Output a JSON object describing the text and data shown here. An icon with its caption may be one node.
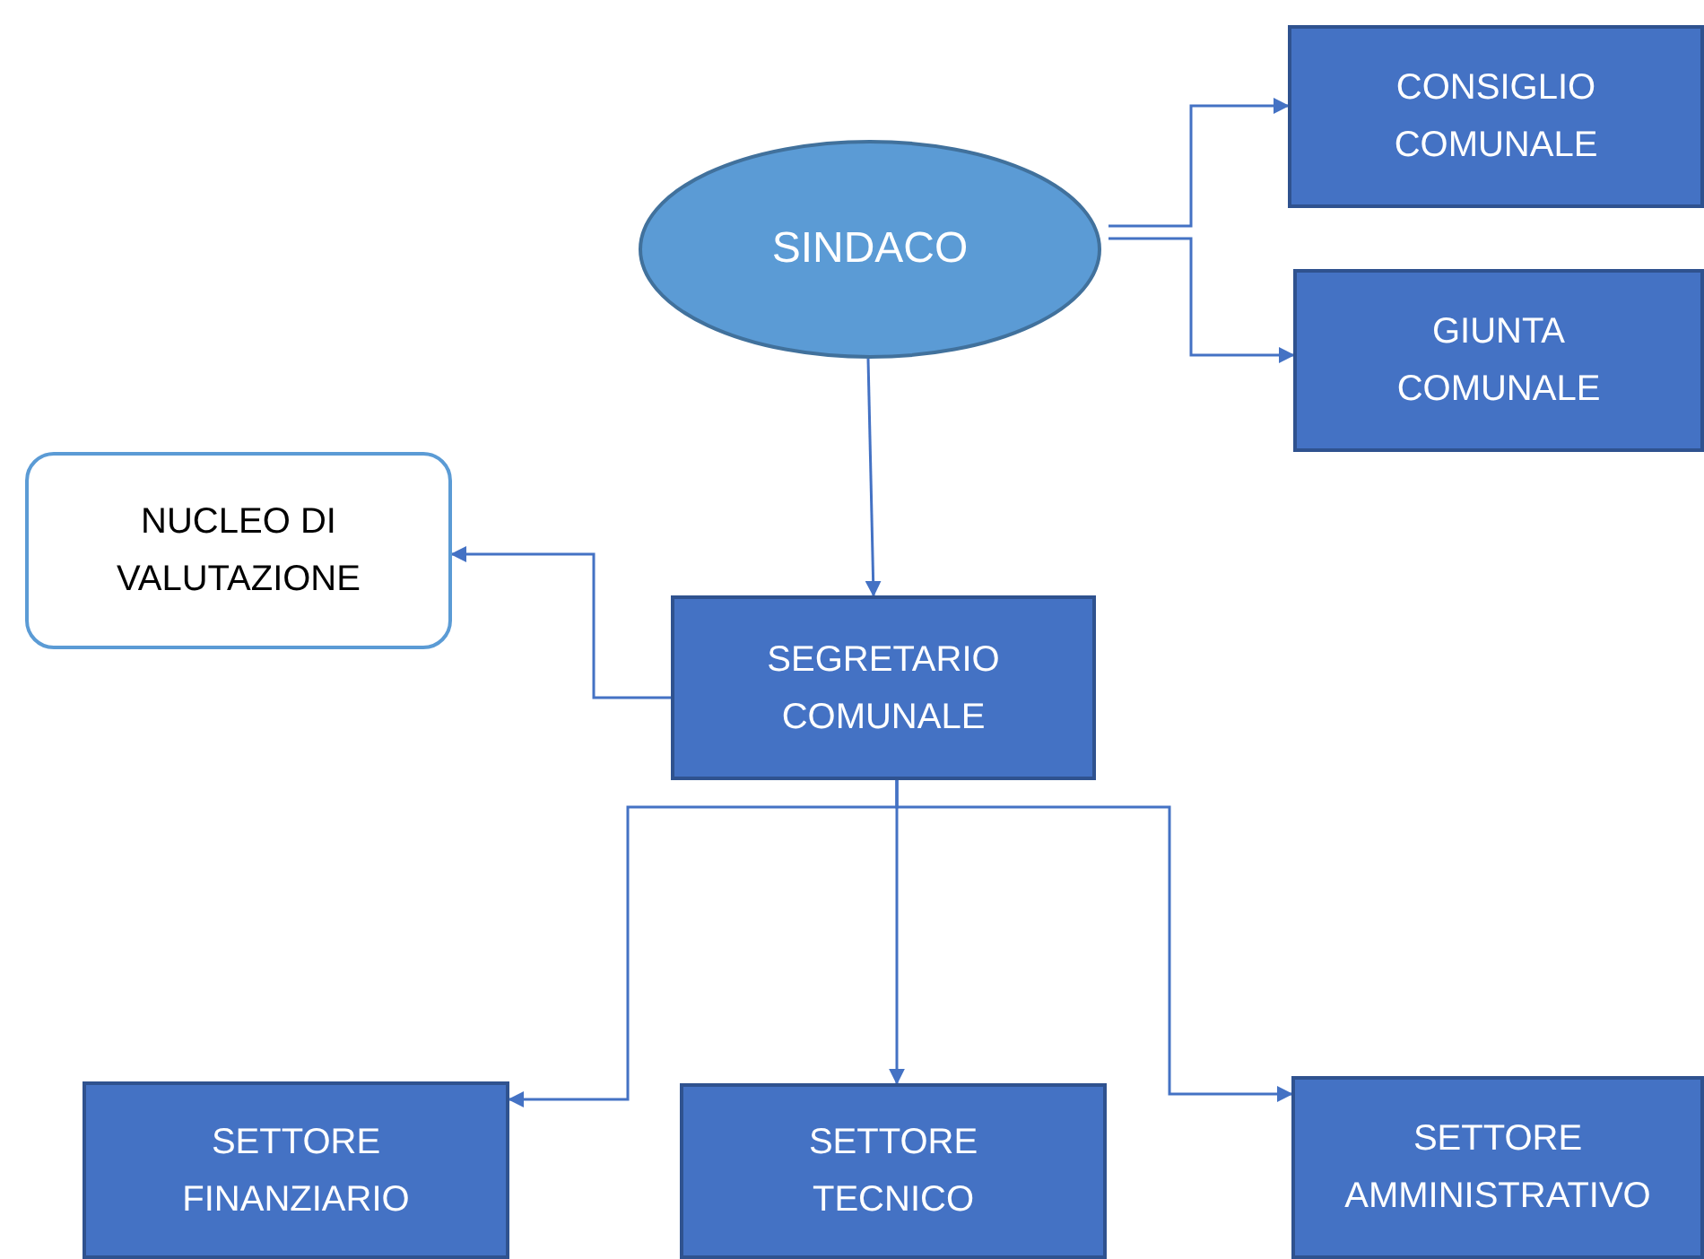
{
  "diagram": {
    "nodes": [
      {
        "text": [
          "SINDACO"
        ]
      },
      {
        "text": [
          "CONSIGLIO COMUNALE"
        ]
      },
      {
        "text": [
          "GIUNTA COMUNALE"
        ]
      },
      {
        "text": [
          "NUCLEO DI VALUTAZIONE"
        ]
      },
      {
        "text": [
          "SEGRETARIO COMUNALE"
        ]
      },
      {
        "text": [
          "SETTORE FINANZIARIO"
        ]
      },
      {
        "text": [
          "SETTORE TECNICO"
        ]
      },
      {
        "text": [
          "SETTORE AMMINISTRATIVO"
        ]
      }
    ],
    "edges": [
      {
        "from": 0,
        "to": 1,
        "arrow": "to"
      },
      {
        "from": 0,
        "to": 2,
        "arrow": "to"
      },
      {
        "from": 0,
        "to": 4,
        "arrow": "to"
      },
      {
        "from": 4,
        "to": 3,
        "arrow": "to"
      },
      {
        "from": 4,
        "to": 5,
        "arrow": "to"
      },
      {
        "from": 4,
        "to": 6,
        "arrow": "to"
      },
      {
        "from": 4,
        "to": 7,
        "arrow": "to"
      }
    ]
  }
}
